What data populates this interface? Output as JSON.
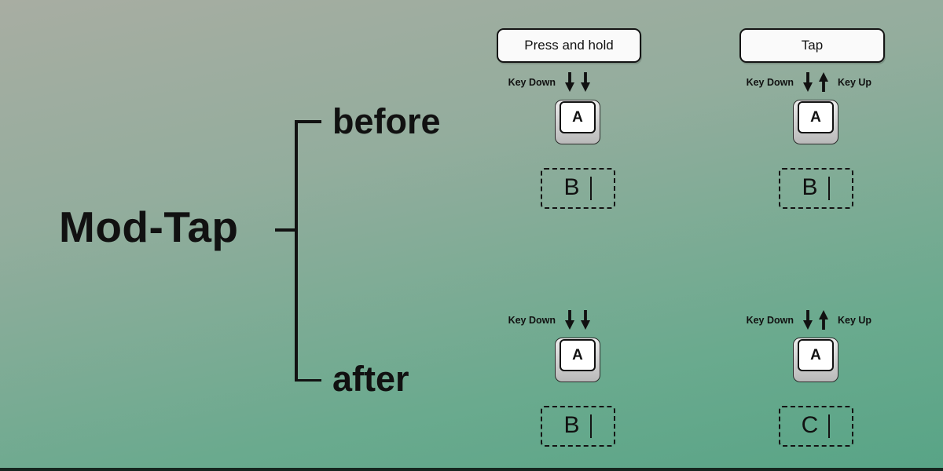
{
  "title": "Mod-Tap",
  "rows": [
    {
      "label": "before"
    },
    {
      "label": "after"
    }
  ],
  "columns": [
    {
      "label": "Press and hold"
    },
    {
      "label": "Tap"
    }
  ],
  "groups": [
    {
      "name": "before-press-and-hold",
      "key_down_label": "Key Down",
      "keycap_letter": "A",
      "output_letter": "B"
    },
    {
      "name": "before-tap",
      "key_down_label": "Key Down",
      "key_up_label": "Key Up",
      "keycap_letter": "A",
      "output_letter": "B"
    },
    {
      "name": "after-press-and-hold",
      "key_down_label": "Key Down",
      "keycap_letter": "A",
      "output_letter": "B"
    },
    {
      "name": "after-tap",
      "key_down_label": "Key Down",
      "key_up_label": "Key Up",
      "keycap_letter": "A",
      "output_letter": "C"
    }
  ],
  "colors": {
    "background_top": "#a8ada2",
    "background_bottom": "#58a486",
    "text": "#111111",
    "header_box_background": "#fafafa",
    "keycap_top": "#ffffff",
    "keycap_side": "#bfbfbf"
  }
}
